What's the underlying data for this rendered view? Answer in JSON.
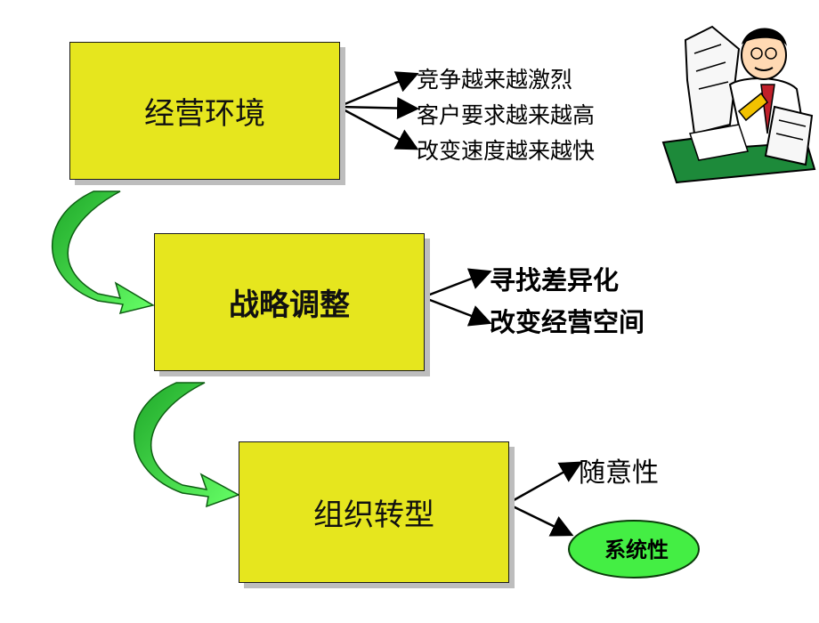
{
  "stages": [
    {
      "title": "经营环境",
      "items": [
        "竞争越来越激烈",
        "客户要求越来越高",
        "改变速度越来越快"
      ]
    },
    {
      "title": "战略调整",
      "items": [
        "寻找差异化",
        "改变经营空间"
      ]
    },
    {
      "title": "组织转型",
      "items": [
        "随意性",
        "系统性"
      ]
    }
  ],
  "colors": {
    "box_fill": "#e6e61e",
    "arrow_green": "#2ecc40",
    "ellipse_fill": "#44ee44"
  },
  "icons": {
    "illustration": "businessman-with-papers-clipart"
  }
}
